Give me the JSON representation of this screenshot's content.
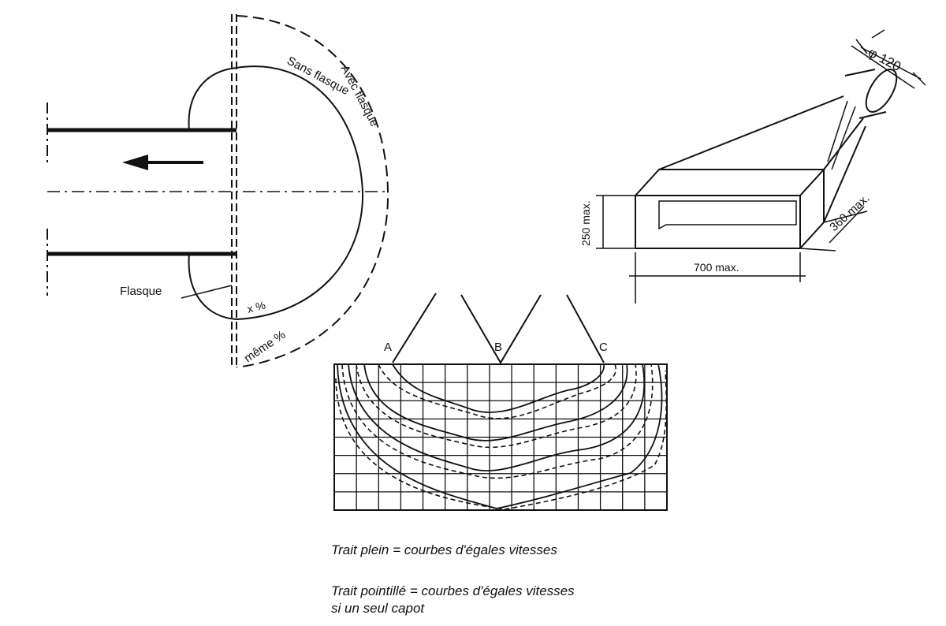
{
  "hood": {
    "label_avec": "Avec flasque",
    "label_sans": "Sans flasque",
    "label_flasque": "Flasque",
    "label_x": "x %",
    "label_meme": "même %"
  },
  "nozzle": {
    "diameter": "φ 120",
    "height": "250 max.",
    "depth": "360 max.",
    "width": "700 max."
  },
  "grid": {
    "label_a": "A",
    "label_b": "B",
    "label_c": "C"
  },
  "legend": {
    "line1": "Trait plein = courbes d'égales vitesses",
    "line2": "Trait pointillé = courbes d'égales vitesses",
    "line3": "si un seul capot"
  },
  "colors": {
    "ink": "#111111",
    "paper": "#ffffff"
  }
}
